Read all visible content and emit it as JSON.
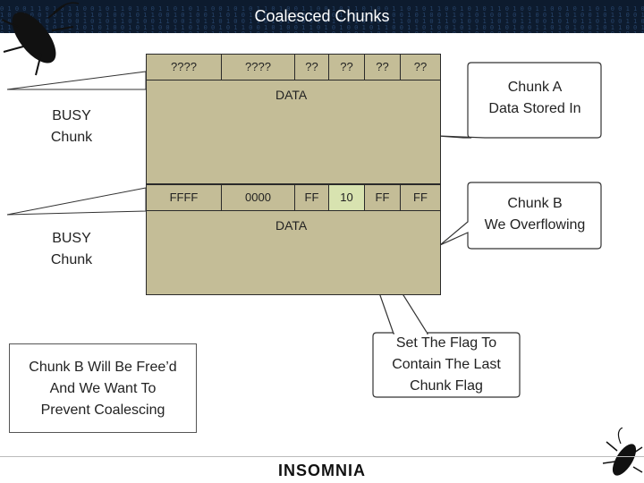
{
  "slide": {
    "title": "Coalesced Chunks",
    "footer": "INSOMNIA"
  },
  "chunk_a": {
    "header_cells": [
      "????",
      "????",
      "??",
      "??",
      "??",
      "??"
    ],
    "data_label": "DATA",
    "side_label_line1": "BUSY",
    "side_label_line2": "Chunk",
    "callout_line1": "Chunk A",
    "callout_line2": "Data Stored In"
  },
  "chunk_b": {
    "header_cells": [
      "FFFF",
      "0000",
      "FF",
      "10",
      "FF",
      "FF"
    ],
    "highlight_cell_index": 3,
    "data_label": "DATA",
    "side_label_line1": "BUSY",
    "side_label_line2": "Chunk",
    "callout_line1": "Chunk B",
    "callout_line2": "We Overflowing"
  },
  "flag_callout": {
    "line1": "Set The Flag To",
    "line2": "Contain The Last",
    "line3": "Chunk Flag"
  },
  "note_box": {
    "line1": "Chunk B Will Be Free’d",
    "line2": "And We Want To",
    "line3": "Prevent Coalescing"
  },
  "colors": {
    "chunk_fill": "#c4bd97",
    "highlight_fill": "#d8e3b0",
    "title_bar": "#0d1b2e"
  }
}
